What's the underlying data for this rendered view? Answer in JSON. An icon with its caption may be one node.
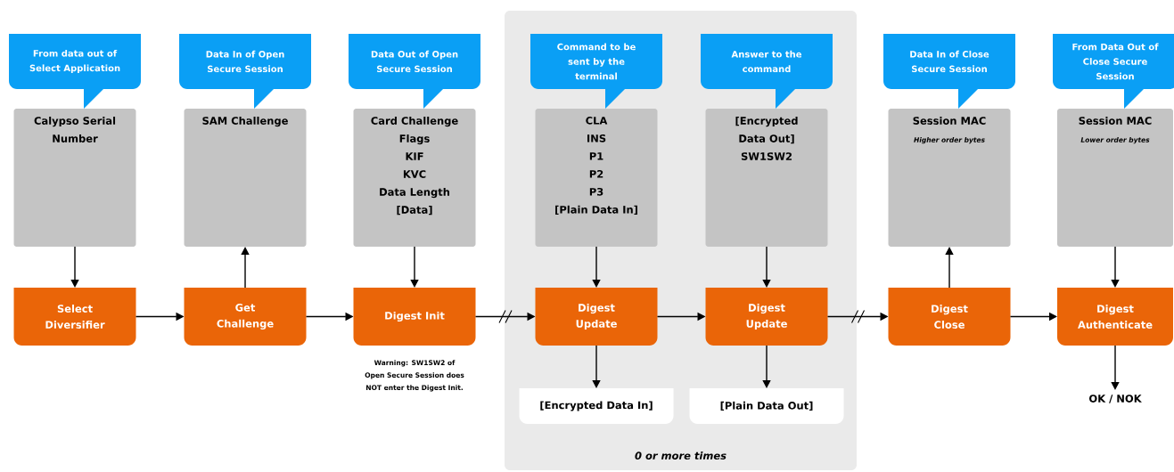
{
  "diagram": {
    "nodes": [
      {
        "text": [
          "From data out of Select Application"
        ]
      },
      {
        "text": [
          "Calypso Serial Number"
        ]
      },
      {
        "text": [
          "Select Diversifier"
        ]
      },
      {
        "text": [
          "Data In of Open Secure Session"
        ]
      },
      {
        "text": [
          "SAM Challenge"
        ]
      },
      {
        "text": [
          "Get Challenge"
        ]
      },
      {
        "text": [
          "Data Out of Open Secure Session"
        ]
      },
      {
        "text": [
          "Card Challenge",
          "Flags",
          "KIF",
          "KVC",
          "Data Length",
          "[Data]"
        ]
      },
      {
        "text": [
          "Digest Init"
        ],
        "beside": [
          "Warning:  SW1SW2 of Open Secure Session does NOT enter the Digest Init."
        ]
      },
      {
        "text": [
          "0 or more times"
        ]
      },
      {
        "text": [
          "Command to be sent by the terminal"
        ],
        "in": 9
      },
      {
        "text": [
          "CLA",
          "INS",
          "P1",
          "P2",
          "P3",
          "[Plain Data In]"
        ],
        "in": 9
      },
      {
        "text": [
          "Digest Update"
        ],
        "in": 9
      },
      {
        "text": [
          "[Encrypted Data In]"
        ],
        "in": 9
      },
      {
        "text": [
          "Answer to the command"
        ],
        "in": 9
      },
      {
        "text": [
          "[Encrypted Data Out]",
          "SW1SW2"
        ],
        "in": 9
      },
      {
        "text": [
          "Digest Update"
        ],
        "in": 9
      },
      {
        "text": [
          "[Plain Data Out]"
        ],
        "in": 9
      },
      {
        "text": [
          "Data In of Close Secure Session"
        ]
      },
      {
        "text": [
          "Session MAC",
          "Higher order bytes"
        ]
      },
      {
        "text": [
          "Digest Close"
        ]
      },
      {
        "text": [
          "From Data Out of Close Secure Session"
        ]
      },
      {
        "text": [
          "Session MAC",
          "Lower order bytes"
        ]
      },
      {
        "text": [
          "Digest Authenticate"
        ]
      },
      {
        "text": [
          "OK / NOK"
        ]
      }
    ],
    "edges": [
      {
        "from": 1,
        "to": 2,
        "arrow": "to"
      },
      {
        "from": 2,
        "to": 5,
        "arrow": "to"
      },
      {
        "from": 5,
        "to": 4,
        "arrow": "to"
      },
      {
        "from": 5,
        "to": 8,
        "arrow": "to"
      },
      {
        "from": 7,
        "to": 8,
        "arrow": "to"
      },
      {
        "from": 8,
        "to": 12,
        "arrow": "to"
      },
      {
        "from": 11,
        "to": 12,
        "arrow": "to"
      },
      {
        "from": 12,
        "to": 13,
        "arrow": "to"
      },
      {
        "from": 12,
        "to": 16,
        "arrow": "to"
      },
      {
        "from": 15,
        "to": 16,
        "arrow": "to"
      },
      {
        "from": 16,
        "to": 17,
        "arrow": "to"
      },
      {
        "from": 16,
        "to": 20,
        "arrow": "to"
      },
      {
        "from": 20,
        "to": 19,
        "arrow": "to"
      },
      {
        "from": 20,
        "to": 23,
        "arrow": "to"
      },
      {
        "from": 22,
        "to": 23,
        "arrow": "to"
      },
      {
        "from": 23,
        "to": 24,
        "arrow": "to"
      }
    ]
  }
}
